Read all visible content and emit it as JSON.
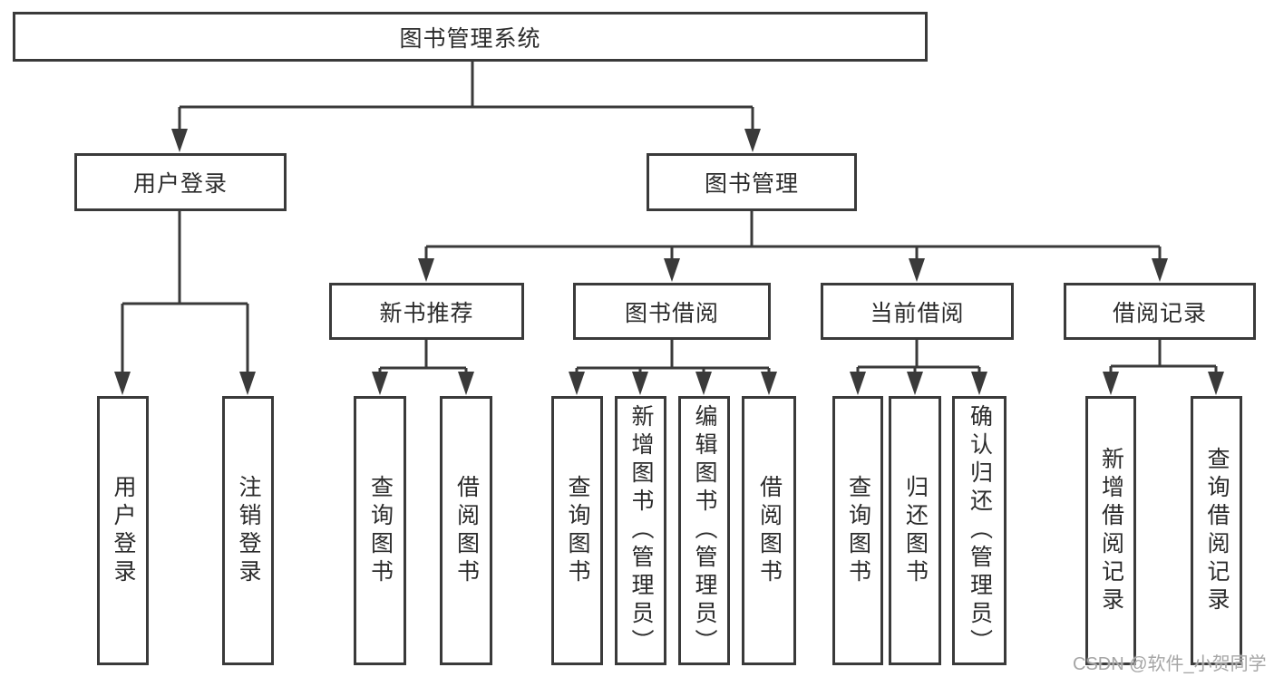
{
  "colors": {
    "line": "#3a3a3a",
    "text": "#2b2b2b",
    "background": "#ffffff",
    "watermark": "#a6a6a6"
  },
  "tree": {
    "root": {
      "label": "图书管理系统"
    },
    "user_login": {
      "label": "用户登录"
    },
    "book_mgmt": {
      "label": "图书管理"
    },
    "new_rec": {
      "label": "新书推荐"
    },
    "book_borrow": {
      "label": "图书借阅"
    },
    "cur_borrow": {
      "label": "当前借阅"
    },
    "borrow_rec": {
      "label": "借阅记录"
    },
    "leaf_a1": {
      "label": "用户登录"
    },
    "leaf_a2": {
      "label": "注销登录"
    },
    "leaf_b1": {
      "label": "查询图书"
    },
    "leaf_b2": {
      "label": "借阅图书"
    },
    "leaf_c1": {
      "label": "查询图书"
    },
    "leaf_c2": {
      "label": "新增图书（管理员）"
    },
    "leaf_c3": {
      "label": "编辑图书（管理员）"
    },
    "leaf_c4": {
      "label": "借阅图书"
    },
    "leaf_d1": {
      "label": "查询图书"
    },
    "leaf_d2": {
      "label": "归还图书"
    },
    "leaf_d3": {
      "label": "确认归还（管理员）"
    },
    "leaf_e1": {
      "label": "新增借阅记录"
    },
    "leaf_e2": {
      "label": "查询借阅记录"
    }
  },
  "watermark": "CSDN @软件_小贺同学"
}
